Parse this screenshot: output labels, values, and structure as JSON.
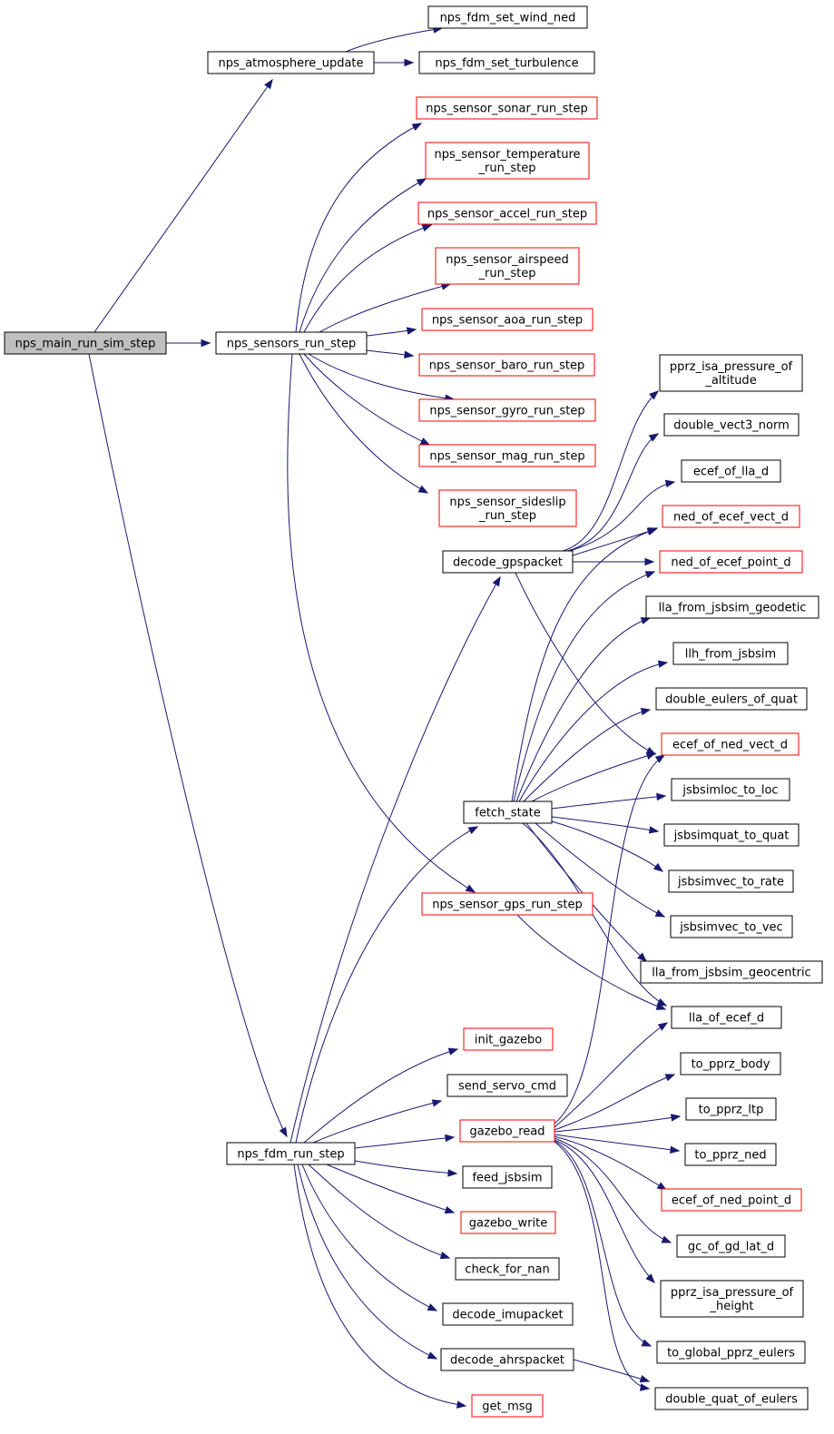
{
  "graph": {
    "colors": {
      "edge": "#191970",
      "root_fill": "#bfbfbf",
      "node_fill": "#ffffff",
      "border_default": "#000000",
      "border_truncated": "#ff0000"
    },
    "nodes": [
      {
        "id": "nps_main_run_sim_step",
        "lines": [
          "nps_main_run_sim_step"
        ],
        "style": "root"
      },
      {
        "id": "nps_atmosphere_update",
        "lines": [
          "nps_atmosphere_update"
        ],
        "style": "normal"
      },
      {
        "id": "nps_fdm_set_wind_ned",
        "lines": [
          "nps_fdm_set_wind_ned"
        ],
        "style": "normal"
      },
      {
        "id": "nps_fdm_set_turbulence",
        "lines": [
          "nps_fdm_set_turbulence"
        ],
        "style": "normal"
      },
      {
        "id": "nps_sensors_run_step",
        "lines": [
          "nps_sensors_run_step"
        ],
        "style": "normal"
      },
      {
        "id": "nps_sensor_sonar_run_step",
        "lines": [
          "nps_sensor_sonar_run_step"
        ],
        "style": "truncated"
      },
      {
        "id": "nps_sensor_temperature_run_step",
        "lines": [
          "nps_sensor_temperature",
          "_run_step"
        ],
        "style": "truncated"
      },
      {
        "id": "nps_sensor_accel_run_step",
        "lines": [
          "nps_sensor_accel_run_step"
        ],
        "style": "truncated"
      },
      {
        "id": "nps_sensor_airspeed_run_step",
        "lines": [
          "nps_sensor_airspeed",
          "_run_step"
        ],
        "style": "truncated"
      },
      {
        "id": "nps_sensor_aoa_run_step",
        "lines": [
          "nps_sensor_aoa_run_step"
        ],
        "style": "truncated"
      },
      {
        "id": "nps_sensor_baro_run_step",
        "lines": [
          "nps_sensor_baro_run_step"
        ],
        "style": "truncated"
      },
      {
        "id": "nps_sensor_gyro_run_step",
        "lines": [
          "nps_sensor_gyro_run_step"
        ],
        "style": "truncated"
      },
      {
        "id": "nps_sensor_mag_run_step",
        "lines": [
          "nps_sensor_mag_run_step"
        ],
        "style": "truncated"
      },
      {
        "id": "nps_sensor_sideslip_run_step",
        "lines": [
          "nps_sensor_sideslip",
          "_run_step"
        ],
        "style": "truncated"
      },
      {
        "id": "nps_sensor_gps_run_step",
        "lines": [
          "nps_sensor_gps_run_step"
        ],
        "style": "truncated"
      },
      {
        "id": "decode_gpspacket",
        "lines": [
          "decode_gpspacket"
        ],
        "style": "normal"
      },
      {
        "id": "fetch_state",
        "lines": [
          "fetch_state"
        ],
        "style": "normal"
      },
      {
        "id": "nps_fdm_run_step",
        "lines": [
          "nps_fdm_run_step"
        ],
        "style": "normal"
      },
      {
        "id": "init_gazebo",
        "lines": [
          "init_gazebo"
        ],
        "style": "truncated"
      },
      {
        "id": "send_servo_cmd",
        "lines": [
          "send_servo_cmd"
        ],
        "style": "normal"
      },
      {
        "id": "gazebo_read",
        "lines": [
          "gazebo_read"
        ],
        "style": "truncated"
      },
      {
        "id": "feed_jsbsim",
        "lines": [
          "feed_jsbsim"
        ],
        "style": "normal"
      },
      {
        "id": "gazebo_write",
        "lines": [
          "gazebo_write"
        ],
        "style": "truncated"
      },
      {
        "id": "check_for_nan",
        "lines": [
          "check_for_nan"
        ],
        "style": "normal"
      },
      {
        "id": "decode_imupacket",
        "lines": [
          "decode_imupacket"
        ],
        "style": "normal"
      },
      {
        "id": "decode_ahrspacket",
        "lines": [
          "decode_ahrspacket"
        ],
        "style": "normal"
      },
      {
        "id": "get_msg",
        "lines": [
          "get_msg"
        ],
        "style": "truncated"
      },
      {
        "id": "pprz_isa_pressure_of_altitude",
        "lines": [
          "pprz_isa_pressure_of",
          "_altitude"
        ],
        "style": "normal"
      },
      {
        "id": "double_vect3_norm",
        "lines": [
          "double_vect3_norm"
        ],
        "style": "normal"
      },
      {
        "id": "ecef_of_lla_d",
        "lines": [
          "ecef_of_lla_d"
        ],
        "style": "normal"
      },
      {
        "id": "ned_of_ecef_vect_d",
        "lines": [
          "ned_of_ecef_vect_d"
        ],
        "style": "truncated"
      },
      {
        "id": "ned_of_ecef_point_d",
        "lines": [
          "ned_of_ecef_point_d"
        ],
        "style": "truncated"
      },
      {
        "id": "lla_from_jsbsim_geodetic",
        "lines": [
          "lla_from_jsbsim_geodetic"
        ],
        "style": "normal"
      },
      {
        "id": "llh_from_jsbsim",
        "lines": [
          "llh_from_jsbsim"
        ],
        "style": "normal"
      },
      {
        "id": "double_eulers_of_quat",
        "lines": [
          "double_eulers_of_quat"
        ],
        "style": "normal"
      },
      {
        "id": "ecef_of_ned_vect_d",
        "lines": [
          "ecef_of_ned_vect_d"
        ],
        "style": "truncated"
      },
      {
        "id": "jsbsimloc_to_loc",
        "lines": [
          "jsbsimloc_to_loc"
        ],
        "style": "normal"
      },
      {
        "id": "jsbsimquat_to_quat",
        "lines": [
          "jsbsimquat_to_quat"
        ],
        "style": "normal"
      },
      {
        "id": "jsbsimvec_to_rate",
        "lines": [
          "jsbsimvec_to_rate"
        ],
        "style": "normal"
      },
      {
        "id": "jsbsimvec_to_vec",
        "lines": [
          "jsbsimvec_to_vec"
        ],
        "style": "normal"
      },
      {
        "id": "lla_from_jsbsim_geocentric",
        "lines": [
          "lla_from_jsbsim_geocentric"
        ],
        "style": "normal"
      },
      {
        "id": "lla_of_ecef_d",
        "lines": [
          "lla_of_ecef_d"
        ],
        "style": "normal"
      },
      {
        "id": "to_pprz_body",
        "lines": [
          "to_pprz_body"
        ],
        "style": "normal"
      },
      {
        "id": "to_pprz_ltp",
        "lines": [
          "to_pprz_ltp"
        ],
        "style": "normal"
      },
      {
        "id": "to_pprz_ned",
        "lines": [
          "to_pprz_ned"
        ],
        "style": "normal"
      },
      {
        "id": "ecef_of_ned_point_d",
        "lines": [
          "ecef_of_ned_point_d"
        ],
        "style": "truncated"
      },
      {
        "id": "gc_of_gd_lat_d",
        "lines": [
          "gc_of_gd_lat_d"
        ],
        "style": "normal"
      },
      {
        "id": "pprz_isa_pressure_of_height",
        "lines": [
          "pprz_isa_pressure_of",
          "_height"
        ],
        "style": "normal"
      },
      {
        "id": "to_global_pprz_eulers",
        "lines": [
          "to_global_pprz_eulers"
        ],
        "style": "normal"
      },
      {
        "id": "double_quat_of_eulers",
        "lines": [
          "double_quat_of_eulers"
        ],
        "style": "normal"
      }
    ],
    "edges": [
      {
        "from": "nps_main_run_sim_step",
        "to": "nps_atmosphere_update"
      },
      {
        "from": "nps_main_run_sim_step",
        "to": "nps_sensors_run_step"
      },
      {
        "from": "nps_main_run_sim_step",
        "to": "nps_fdm_run_step"
      },
      {
        "from": "nps_atmosphere_update",
        "to": "nps_fdm_set_wind_ned"
      },
      {
        "from": "nps_atmosphere_update",
        "to": "nps_fdm_set_turbulence"
      },
      {
        "from": "nps_sensors_run_step",
        "to": "nps_sensor_sonar_run_step"
      },
      {
        "from": "nps_sensors_run_step",
        "to": "nps_sensor_temperature_run_step"
      },
      {
        "from": "nps_sensors_run_step",
        "to": "nps_sensor_accel_run_step"
      },
      {
        "from": "nps_sensors_run_step",
        "to": "nps_sensor_airspeed_run_step"
      },
      {
        "from": "nps_sensors_run_step",
        "to": "nps_sensor_aoa_run_step"
      },
      {
        "from": "nps_sensors_run_step",
        "to": "nps_sensor_baro_run_step"
      },
      {
        "from": "nps_sensors_run_step",
        "to": "nps_sensor_gyro_run_step"
      },
      {
        "from": "nps_sensors_run_step",
        "to": "nps_sensor_mag_run_step"
      },
      {
        "from": "nps_sensors_run_step",
        "to": "nps_sensor_sideslip_run_step"
      },
      {
        "from": "nps_sensors_run_step",
        "to": "nps_sensor_gps_run_step"
      },
      {
        "from": "nps_sensor_gps_run_step",
        "to": "lla_of_ecef_d"
      },
      {
        "from": "decode_gpspacket",
        "to": "pprz_isa_pressure_of_altitude"
      },
      {
        "from": "decode_gpspacket",
        "to": "double_vect3_norm"
      },
      {
        "from": "decode_gpspacket",
        "to": "ecef_of_lla_d"
      },
      {
        "from": "decode_gpspacket",
        "to": "ned_of_ecef_vect_d"
      },
      {
        "from": "decode_gpspacket",
        "to": "ned_of_ecef_point_d"
      },
      {
        "from": "decode_gpspacket",
        "to": "ecef_of_ned_vect_d"
      },
      {
        "from": "fetch_state",
        "to": "ned_of_ecef_vect_d"
      },
      {
        "from": "fetch_state",
        "to": "ned_of_ecef_point_d"
      },
      {
        "from": "fetch_state",
        "to": "lla_from_jsbsim_geodetic"
      },
      {
        "from": "fetch_state",
        "to": "llh_from_jsbsim"
      },
      {
        "from": "fetch_state",
        "to": "double_eulers_of_quat"
      },
      {
        "from": "fetch_state",
        "to": "ecef_of_ned_vect_d"
      },
      {
        "from": "fetch_state",
        "to": "jsbsimloc_to_loc"
      },
      {
        "from": "fetch_state",
        "to": "jsbsimquat_to_quat"
      },
      {
        "from": "fetch_state",
        "to": "jsbsimvec_to_rate"
      },
      {
        "from": "fetch_state",
        "to": "jsbsimvec_to_vec"
      },
      {
        "from": "fetch_state",
        "to": "lla_from_jsbsim_geocentric"
      },
      {
        "from": "fetch_state",
        "to": "lla_of_ecef_d"
      },
      {
        "from": "nps_fdm_run_step",
        "to": "decode_gpspacket"
      },
      {
        "from": "nps_fdm_run_step",
        "to": "fetch_state"
      },
      {
        "from": "nps_fdm_run_step",
        "to": "init_gazebo"
      },
      {
        "from": "nps_fdm_run_step",
        "to": "send_servo_cmd"
      },
      {
        "from": "nps_fdm_run_step",
        "to": "gazebo_read"
      },
      {
        "from": "nps_fdm_run_step",
        "to": "feed_jsbsim"
      },
      {
        "from": "nps_fdm_run_step",
        "to": "gazebo_write"
      },
      {
        "from": "nps_fdm_run_step",
        "to": "check_for_nan"
      },
      {
        "from": "nps_fdm_run_step",
        "to": "decode_imupacket"
      },
      {
        "from": "nps_fdm_run_step",
        "to": "decode_ahrspacket"
      },
      {
        "from": "nps_fdm_run_step",
        "to": "get_msg"
      },
      {
        "from": "gazebo_read",
        "to": "ecef_of_ned_vect_d"
      },
      {
        "from": "gazebo_read",
        "to": "lla_of_ecef_d"
      },
      {
        "from": "gazebo_read",
        "to": "to_pprz_body"
      },
      {
        "from": "gazebo_read",
        "to": "to_pprz_ltp"
      },
      {
        "from": "gazebo_read",
        "to": "to_pprz_ned"
      },
      {
        "from": "gazebo_read",
        "to": "ecef_of_ned_point_d"
      },
      {
        "from": "gazebo_read",
        "to": "gc_of_gd_lat_d"
      },
      {
        "from": "gazebo_read",
        "to": "pprz_isa_pressure_of_height"
      },
      {
        "from": "gazebo_read",
        "to": "to_global_pprz_eulers"
      },
      {
        "from": "gazebo_read",
        "to": "double_quat_of_eulers"
      },
      {
        "from": "decode_ahrspacket",
        "to": "double_quat_of_eulers"
      }
    ]
  }
}
